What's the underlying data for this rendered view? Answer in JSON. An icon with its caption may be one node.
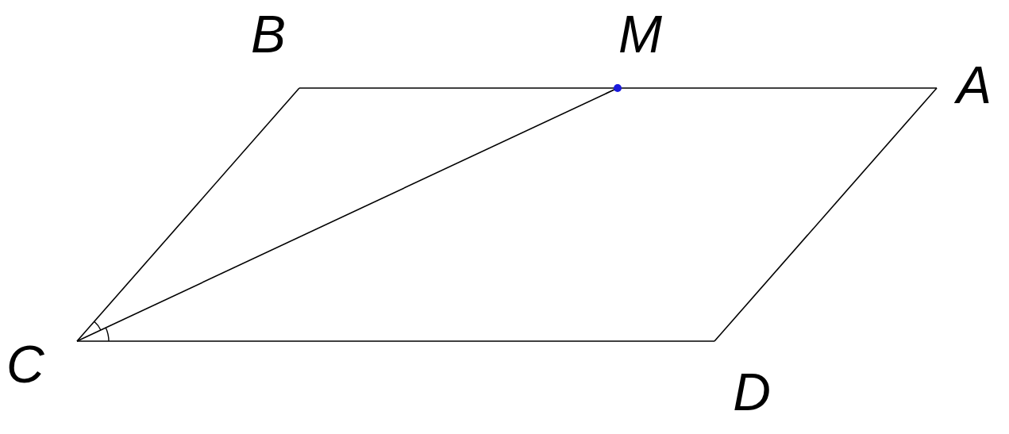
{
  "diagram": {
    "nodes": [
      {
        "text": [
          "B"
        ]
      },
      {
        "text": [
          "M"
        ]
      },
      {
        "text": [
          "A"
        ]
      },
      {
        "text": [
          "C"
        ]
      },
      {
        "text": [
          "D"
        ]
      }
    ],
    "edges": [
      {
        "from": 3,
        "to": 0,
        "arrow": "none"
      },
      {
        "from": 0,
        "to": 1,
        "arrow": "none"
      },
      {
        "from": 1,
        "to": 2,
        "arrow": "none"
      },
      {
        "from": 2,
        "to": 4,
        "arrow": "none"
      },
      {
        "from": 4,
        "to": 3,
        "arrow": "none"
      },
      {
        "from": 3,
        "to": 1,
        "arrow": "none"
      }
    ]
  }
}
